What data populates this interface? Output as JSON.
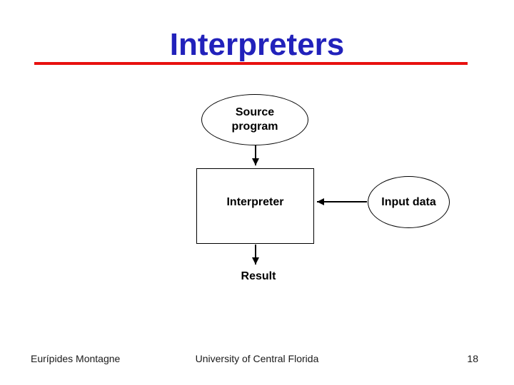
{
  "slide": {
    "title": "Interpreters",
    "title_color": "#2222bb",
    "underline_color": "#e8100f"
  },
  "diagram": {
    "source_node_label": "Source program",
    "interpreter_node_label": "Interpreter",
    "input_node_label": "Input data",
    "result_label": "Result",
    "arrow_color": "#000000"
  },
  "footer": {
    "author": "Eurípides Montagne",
    "institution": "University of Central Florida",
    "page_number": "18"
  }
}
